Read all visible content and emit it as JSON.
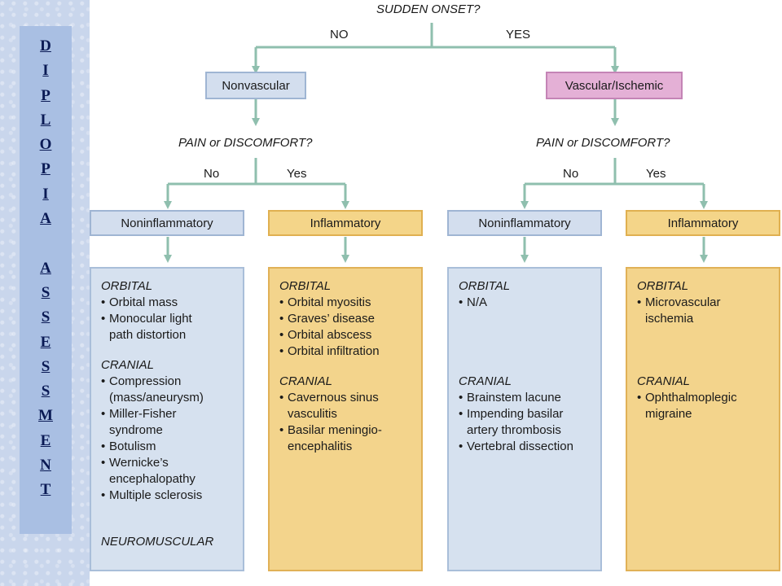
{
  "sidebar": {
    "title_letters": "D\nI\nP\nL\nO\nP\nI\nA\n\nA\nS\nS\nE\nS\nS\nM\nE\nN\nT"
  },
  "flow": {
    "root_question": "SUDDEN ONSET?",
    "root_no": "NO",
    "root_yes": "YES",
    "left": {
      "category": "Nonvascular",
      "question": "PAIN or DISCOMFORT?",
      "no": "No",
      "yes": "Yes"
    },
    "right": {
      "category": "Vascular/Ischemic",
      "question": "PAIN or DISCOMFORT?",
      "no": "No",
      "yes": "Yes"
    },
    "boxes": [
      {
        "label": "Noninflammatory",
        "color": "#d3deee",
        "sections": [
          {
            "heading": "ORBITAL",
            "items": [
              "Orbital mass",
              "Monocular light\npath distortion"
            ]
          },
          {
            "heading": "CRANIAL",
            "items": [
              "Compression\n(mass/aneurysm)",
              "Miller-Fisher\nsyndrome",
              "Botulism",
              "Wernicke’s\nencephalopathy",
              "Multiple sclerosis"
            ]
          },
          {
            "heading": "NEUROMUSCULAR",
            "items": []
          }
        ]
      },
      {
        "label": "Inflammatory",
        "color": "#f4d589",
        "sections": [
          {
            "heading": "ORBITAL",
            "items": [
              "Orbital myositis",
              "Graves’ disease",
              "Orbital abscess",
              "Orbital infiltration"
            ]
          },
          {
            "heading": "CRANIAL",
            "items": [
              "Cavernous sinus\nvasculitis",
              "Basilar meningio-\nencephalitis"
            ]
          }
        ]
      },
      {
        "label": "Noninflammatory",
        "color": "#d3deee",
        "sections": [
          {
            "heading": "ORBITAL",
            "items": [
              "N/A"
            ]
          },
          {
            "heading": "CRANIAL",
            "items": [
              "Brainstem lacune",
              "Impending basilar\nartery thrombosis",
              "Vertebral dissection"
            ]
          }
        ]
      },
      {
        "label": "Inflammatory",
        "color": "#f4d589",
        "sections": [
          {
            "heading": "ORBITAL",
            "items": [
              "Microvascular\nischemia"
            ]
          },
          {
            "heading": "CRANIAL",
            "items": [
              "Ophthalmoplegic\nmigraine"
            ]
          }
        ]
      }
    ]
  },
  "colors": {
    "connector": "#8fbfae",
    "pink": "#e4b0d6",
    "blue": "#d3deee",
    "yellow": "#f4d589"
  }
}
